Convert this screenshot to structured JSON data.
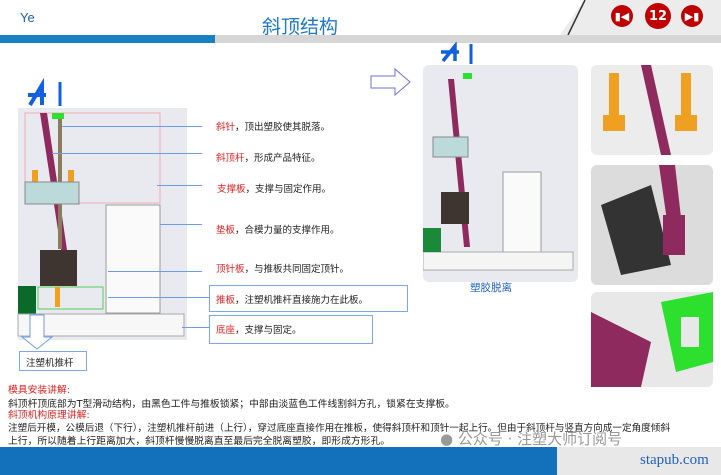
{
  "header": {
    "logo": "Ye",
    "title": "斜顶结构",
    "page": "12",
    "prev_icon": "skip-previous-icon",
    "next_icon": "skip-next-icon"
  },
  "callouts": [
    {
      "term": "斜针",
      "desc": "，顶出塑胶使其脱落。"
    },
    {
      "term": "斜顶杆",
      "desc": "，形成产品特征。"
    },
    {
      "term": "支撑板",
      "desc": "，支撑与固定作用。"
    },
    {
      "term": "垫板",
      "desc": "，合模力量的支撑作用。"
    },
    {
      "term": "顶针板",
      "desc": "，与推板共同固定顶针。"
    },
    {
      "term": "推板",
      "desc": "，注塑机推杆直接施力在此板。"
    },
    {
      "term": "底座",
      "desc": "，支撑与固定。"
    }
  ],
  "diagram": {
    "push_rod_label": "注塑机推杆",
    "release_caption": "塑胶脱离"
  },
  "text": {
    "h1": "模具安装讲解:",
    "p1": "斜顶杆顶底部为T型滑动结构，由黑色工件与推板锁紧；中部由淡蓝色工件线割斜方孔，锁紧在支撑板。",
    "h2": "斜顶机构原理讲解:",
    "p2a": "注塑后开模，公模后退（下行），注塑机推杆前进（上行），穿过底座直接作用在推板，使得斜顶杆和顶针一起上行。但由于斜顶杆与竖直方向成一定角度倾斜",
    "p2b": "上行，所以随着上行距离加大，斜顶杆慢慢脱离直至最后完全脱离塑胶，即形成方形孔。"
  },
  "watermark": {
    "text": "公众号 · 注塑大师订阅号",
    "site": "stapub.com"
  },
  "colors": {
    "accent": "#1a80c4",
    "nav": "#c00000",
    "rod": "#8e2a5e"
  }
}
